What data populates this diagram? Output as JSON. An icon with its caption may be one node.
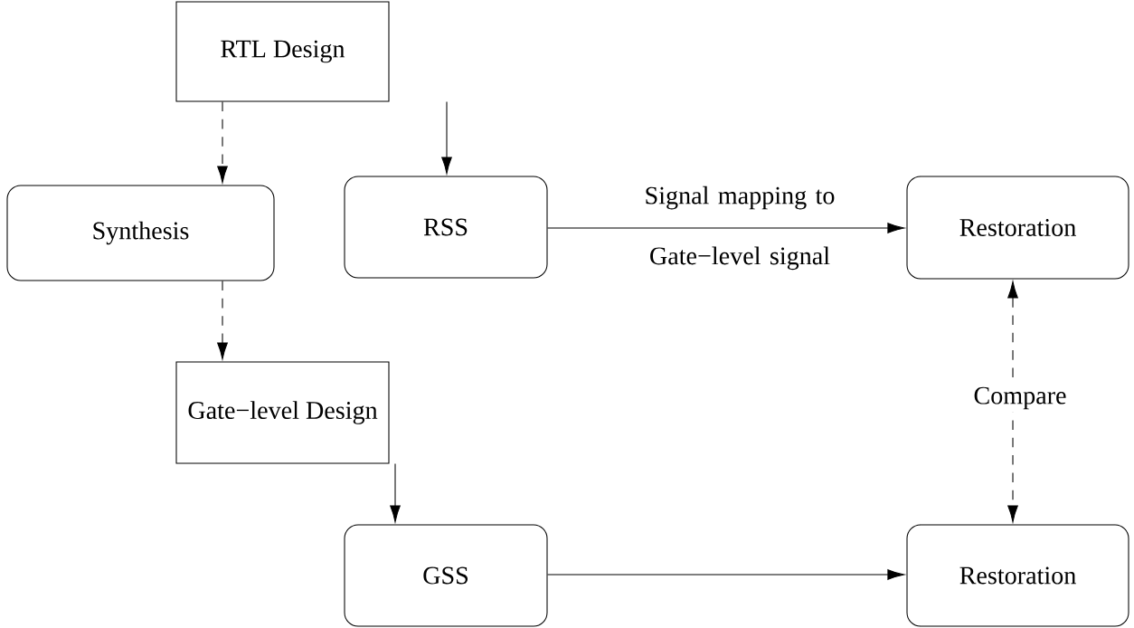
{
  "diagram": {
    "nodes": [
      {
        "text": [
          "RTL Design"
        ]
      },
      {
        "text": [
          "Synthesis"
        ]
      },
      {
        "text": [
          "RSS"
        ]
      },
      {
        "text": [
          "Restoration"
        ]
      },
      {
        "text": [
          "Gate−level Design"
        ]
      },
      {
        "text": [
          "GSS"
        ]
      },
      {
        "text": [
          "Restoration"
        ]
      }
    ],
    "edges": [
      {
        "from": 0,
        "to": 1,
        "arrow": "to",
        "style": "dashed"
      },
      {
        "from": 0,
        "to": 2,
        "arrow": "to"
      },
      {
        "from": 1,
        "to": 4,
        "arrow": "to",
        "style": "dashed"
      },
      {
        "from": 4,
        "to": 5,
        "arrow": "to"
      },
      {
        "from": 2,
        "to": 3,
        "arrow": "to",
        "label": "Signal mapping to Gate−level signal"
      },
      {
        "from": 3,
        "to": 6,
        "arrow": "both",
        "style": "dashed",
        "label": "Compare"
      },
      {
        "from": 5,
        "to": 6,
        "arrow": "to"
      }
    ]
  }
}
